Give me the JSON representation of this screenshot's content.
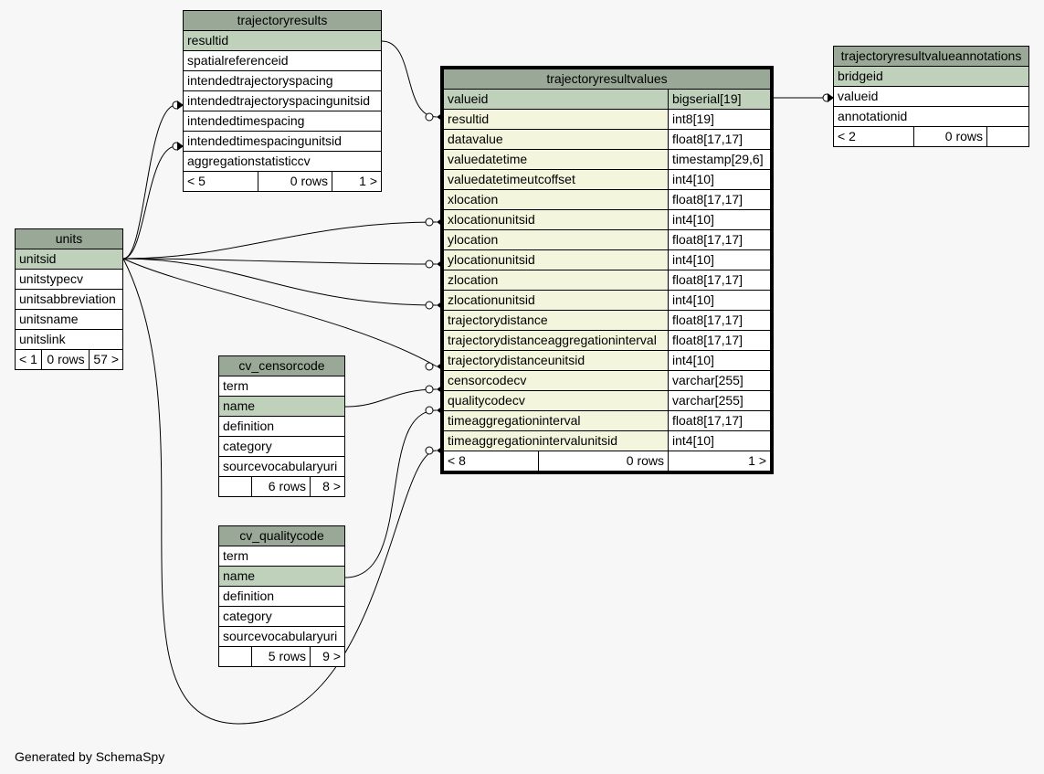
{
  "tables": {
    "trajectoryresults": {
      "name": "trajectoryresults",
      "columns": [
        "resultid",
        "spatialreferenceid",
        "intendedtrajectoryspacing",
        "intendedtrajectoryspacingunitsid",
        "intendedtimespacing",
        "intendedtimespacingunitsid",
        "aggregationstatisticcv"
      ],
      "footer": [
        "< 5",
        "0 rows",
        "1 >"
      ]
    },
    "trajectoryresultvalues": {
      "name": "trajectoryresultvalues",
      "columns": [
        {
          "name": "valueid",
          "type": "bigserial[19]"
        },
        {
          "name": "resultid",
          "type": "int8[19]"
        },
        {
          "name": "datavalue",
          "type": "float8[17,17]"
        },
        {
          "name": "valuedatetime",
          "type": "timestamp[29,6]"
        },
        {
          "name": "valuedatetimeutcoffset",
          "type": "int4[10]"
        },
        {
          "name": "xlocation",
          "type": "float8[17,17]"
        },
        {
          "name": "xlocationunitsid",
          "type": "int4[10]"
        },
        {
          "name": "ylocation",
          "type": "float8[17,17]"
        },
        {
          "name": "ylocationunitsid",
          "type": "int4[10]"
        },
        {
          "name": "zlocation",
          "type": "float8[17,17]"
        },
        {
          "name": "zlocationunitsid",
          "type": "int4[10]"
        },
        {
          "name": "trajectorydistance",
          "type": "float8[17,17]"
        },
        {
          "name": "trajectorydistanceaggregationinterval",
          "type": "float8[17,17]"
        },
        {
          "name": "trajectorydistanceunitsid",
          "type": "int4[10]"
        },
        {
          "name": "censorcodecv",
          "type": "varchar[255]"
        },
        {
          "name": "qualitycodecv",
          "type": "varchar[255]"
        },
        {
          "name": "timeaggregationinterval",
          "type": "float8[17,17]"
        },
        {
          "name": "timeaggregationintervalunitsid",
          "type": "int4[10]"
        }
      ],
      "footer": [
        "< 8",
        "0 rows",
        "1 >"
      ]
    },
    "trajectoryresultvalueannotations": {
      "name": "trajectoryresultvalueannotations",
      "columns": [
        "bridgeid",
        "valueid",
        "annotationid"
      ],
      "footer": [
        "< 2",
        "0 rows",
        ""
      ]
    },
    "units": {
      "name": "units",
      "columns": [
        "unitsid",
        "unitstypecv",
        "unitsabbreviation",
        "unitsname",
        "unitslink"
      ],
      "footer": [
        "< 1",
        "0 rows",
        "57 >"
      ]
    },
    "cv_censorcode": {
      "name": "cv_censorcode",
      "columns": [
        "term",
        "name",
        "definition",
        "category",
        "sourcevocabularyuri"
      ],
      "footer": [
        "",
        "6 rows",
        "8 >"
      ]
    },
    "cv_qualitycode": {
      "name": "cv_qualitycode",
      "columns": [
        "term",
        "name",
        "definition",
        "category",
        "sourcevocabularyuri"
      ],
      "footer": [
        "",
        "5 rows",
        "9 >"
      ]
    }
  },
  "footer_text": "Generated by SchemaSpy",
  "colors": {
    "header": "#9aa997",
    "primary_key": "#bfd1bb",
    "foreign_key": "#f3f5dc",
    "background": "#f7f7f7"
  }
}
